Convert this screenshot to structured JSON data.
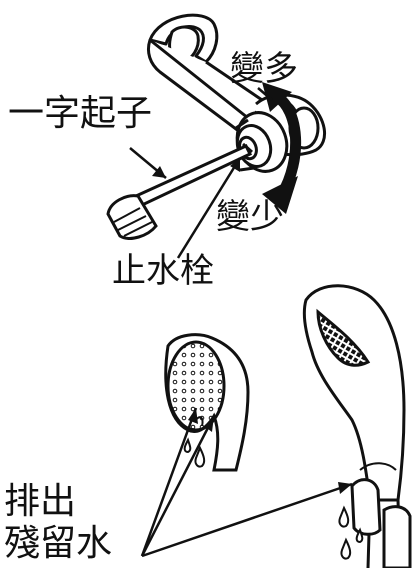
{
  "labels": {
    "screwdriver": "一字起子",
    "increase": "變多",
    "decrease": "變少",
    "stop_valve": "止水栓",
    "drain_line1": "排出",
    "drain_line2": "殘留水"
  },
  "icons": {
    "rotate_arrow": "curved-double-arrow-icon",
    "water_drops": "water-drop-icon"
  },
  "colors": {
    "ink": "#111111",
    "background": "#ffffff",
    "shade": "#cccccc"
  }
}
